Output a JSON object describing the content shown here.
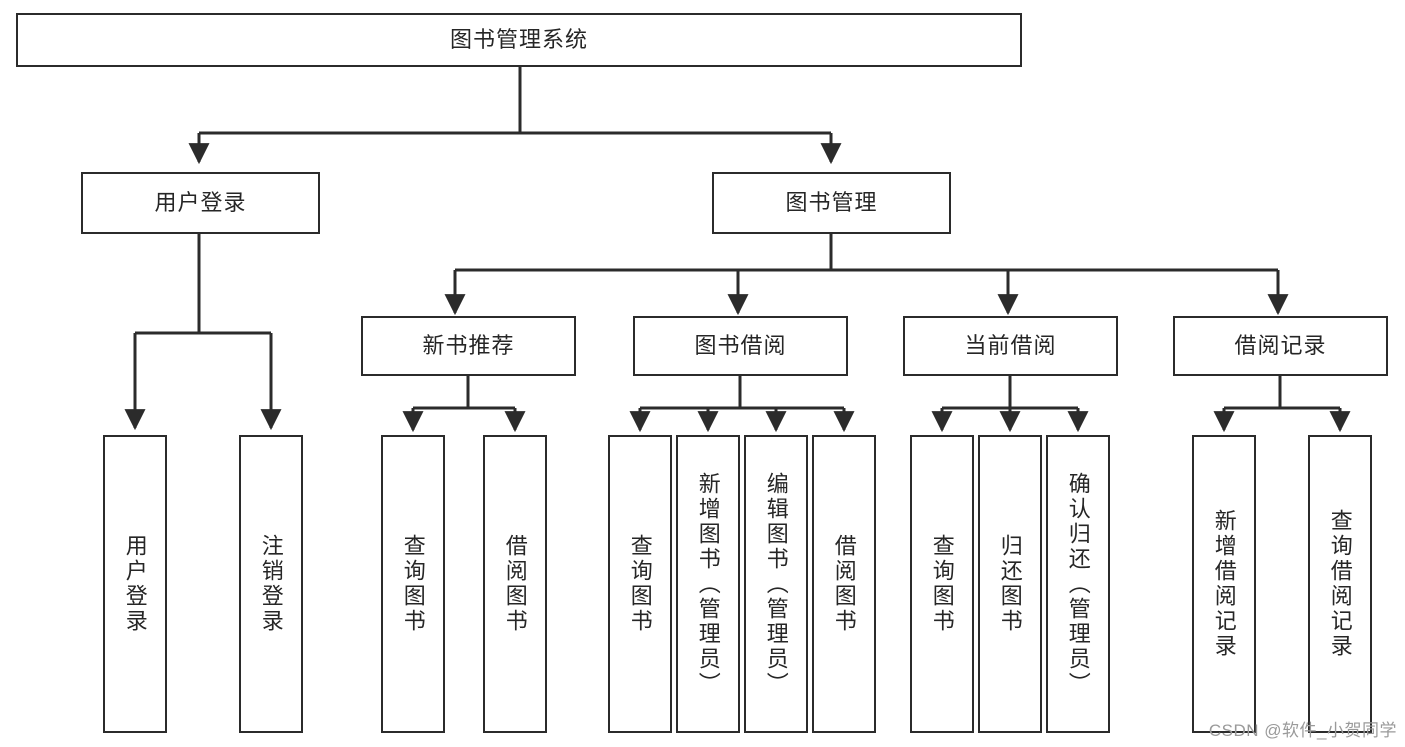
{
  "diagram": {
    "type": "tree-hierarchy",
    "title": "图书管理系统",
    "watermark": "CSDN @软件_小贺同学",
    "colors": {
      "stroke": "#2b2b2b",
      "node_fill": "#ffffff",
      "text": "#262626",
      "background": "#ffffff",
      "watermark": "#9a9a9a"
    },
    "nodes": {
      "root": {
        "label": "图书管理系统",
        "orientation": "horizontal"
      },
      "level1": [
        {
          "label": "用户登录",
          "orientation": "horizontal"
        },
        {
          "label": "图书管理",
          "orientation": "horizontal"
        }
      ],
      "level2": [
        {
          "label": "新书推荐",
          "orientation": "horizontal"
        },
        {
          "label": "图书借阅",
          "orientation": "horizontal"
        },
        {
          "label": "当前借阅",
          "orientation": "horizontal"
        },
        {
          "label": "借阅记录",
          "orientation": "horizontal"
        }
      ],
      "leaves_user_login": [
        {
          "label": "用户登录",
          "orientation": "vertical"
        },
        {
          "label": "注销登录",
          "orientation": "vertical"
        }
      ],
      "leaves_new_book": [
        {
          "label": "查询图书",
          "orientation": "vertical"
        },
        {
          "label": "借阅图书",
          "orientation": "vertical"
        }
      ],
      "leaves_borrow": [
        {
          "label": "查询图书",
          "orientation": "vertical"
        },
        {
          "label": "新增图书（管理员）",
          "orientation": "vertical"
        },
        {
          "label": "编辑图书（管理员）",
          "orientation": "vertical"
        },
        {
          "label": "借阅图书",
          "orientation": "vertical"
        }
      ],
      "leaves_current": [
        {
          "label": "查询图书",
          "orientation": "vertical"
        },
        {
          "label": "归还图书",
          "orientation": "vertical"
        },
        {
          "label": "确认归还（管理员）",
          "orientation": "vertical"
        }
      ],
      "leaves_records": [
        {
          "label": "新增借阅记录",
          "orientation": "vertical"
        },
        {
          "label": "查询借阅记录",
          "orientation": "vertical"
        }
      ]
    },
    "edges": [
      {
        "from": "图书管理系统",
        "to": "用户登录"
      },
      {
        "from": "图书管理系统",
        "to": "图书管理"
      },
      {
        "from": "用户登录",
        "to": "用户登录(叶)"
      },
      {
        "from": "用户登录",
        "to": "注销登录"
      },
      {
        "from": "图书管理",
        "to": "新书推荐"
      },
      {
        "from": "图书管理",
        "to": "图书借阅"
      },
      {
        "from": "图书管理",
        "to": "当前借阅"
      },
      {
        "from": "图书管理",
        "to": "借阅记录"
      },
      {
        "from": "新书推荐",
        "to": "查询图书"
      },
      {
        "from": "新书推荐",
        "to": "借阅图书"
      },
      {
        "from": "图书借阅",
        "to": "查询图书"
      },
      {
        "from": "图书借阅",
        "to": "新增图书（管理员）"
      },
      {
        "from": "图书借阅",
        "to": "编辑图书（管理员）"
      },
      {
        "from": "图书借阅",
        "to": "借阅图书"
      },
      {
        "from": "当前借阅",
        "to": "查询图书"
      },
      {
        "from": "当前借阅",
        "to": "归还图书"
      },
      {
        "from": "当前借阅",
        "to": "确认归还（管理员）"
      },
      {
        "from": "借阅记录",
        "to": "新增借阅记录"
      },
      {
        "from": "借阅记录",
        "to": "查询借阅记录"
      }
    ]
  }
}
